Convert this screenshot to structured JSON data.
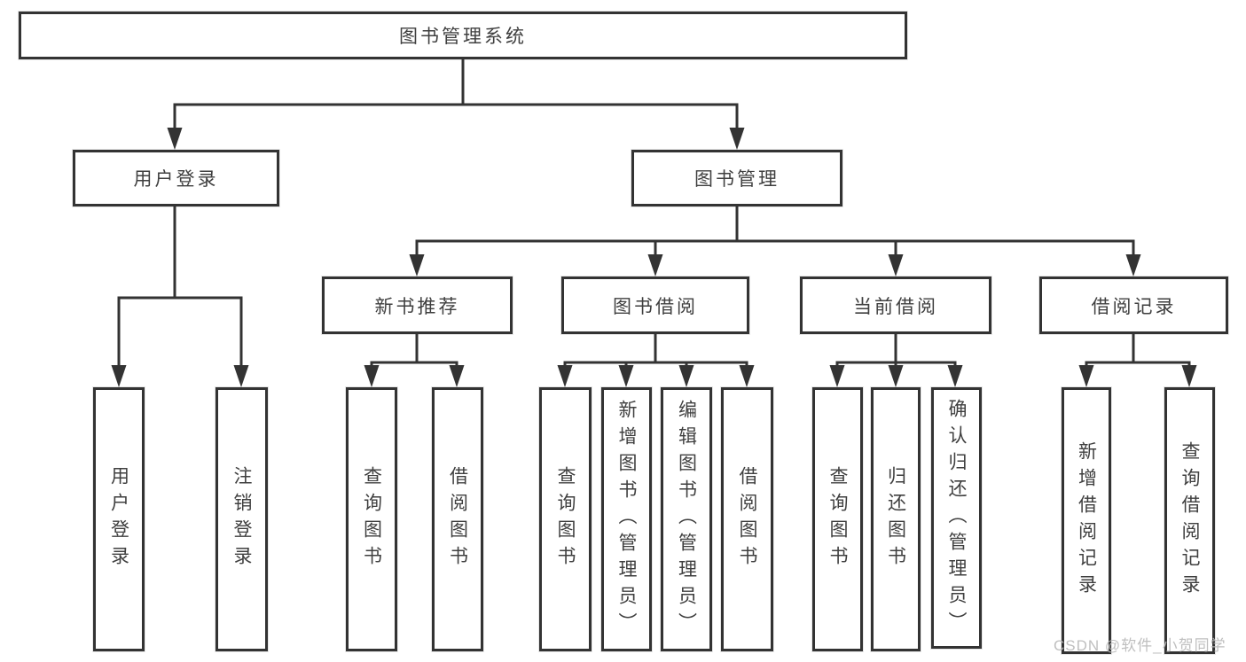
{
  "tree": {
    "root_label": "图书管理系统",
    "branches": [
      {
        "label": "用户登录",
        "children": [
          {
            "label": "用户登录"
          },
          {
            "label": "注销登录"
          }
        ]
      },
      {
        "label": "图书管理",
        "children": [
          {
            "label": "新书推荐",
            "children": [
              {
                "label": "查询图书"
              },
              {
                "label": "借阅图书"
              }
            ]
          },
          {
            "label": "图书借阅",
            "children": [
              {
                "label": "查询图书"
              },
              {
                "label": "新增图书（管理员）"
              },
              {
                "label": "编辑图书（管理员）"
              },
              {
                "label": "借阅图书"
              }
            ]
          },
          {
            "label": "当前借阅",
            "children": [
              {
                "label": "查询图书"
              },
              {
                "label": "归还图书"
              },
              {
                "label": "确认归还（管理员）"
              }
            ]
          },
          {
            "label": "借阅记录",
            "children": [
              {
                "label": "新增借阅记录"
              },
              {
                "label": "查询借阅记录"
              }
            ]
          }
        ]
      }
    ]
  },
  "watermark": "CSDN @软件_小贺同学",
  "colors": {
    "line": "#333333",
    "text": "#3f3f3f",
    "watermark": "#b9b9b9",
    "background": "#ffffff"
  }
}
